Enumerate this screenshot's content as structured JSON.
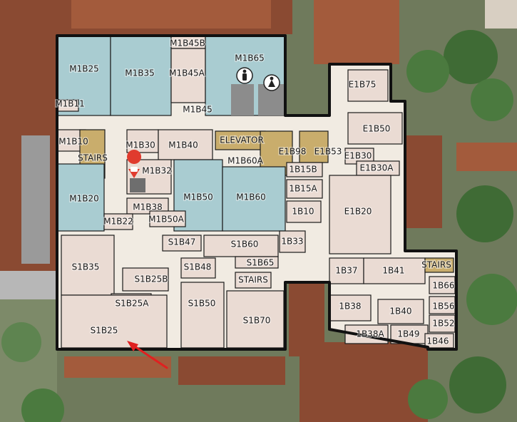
{
  "map": {
    "colors": {
      "background": "#6f7a5c",
      "tree": "#3f6b35",
      "roof": "#8a4a32",
      "roof_light": "#a35b3c",
      "corridor": "#f1ebe2",
      "room": "#eadbd3",
      "selected_room": "#a9ccd1",
      "service": "#c9ad6c",
      "restroom": "#8c8c8c",
      "marker": "#e03b2e",
      "arrow": "#e02020"
    },
    "rooms": {
      "m1b25": "M1B25",
      "m1b35": "M1B35",
      "m1b45b": "M1B45B",
      "m1b45a": "M1B45A",
      "m1b65": "M1B65",
      "m1b11": "M1B11",
      "m1b45": "M1B45",
      "m1b10": "M1B10",
      "m1b30": "M1B30",
      "m1b40": "M1B40",
      "elevator": "ELEVATOR",
      "e1b98": "E1B98",
      "e1b53": "E1B53",
      "stairs_m": "STAIRS",
      "m1b60a": "M1B60A",
      "m1b32": "M1B32",
      "m1b20": "M1B20",
      "m1b50": "M1B50",
      "m1b60": "M1B60",
      "m1b38": "M1B38",
      "m1b50a": "M1B50A",
      "m1b22": "M1B22",
      "e1b75": "E1B75",
      "e1b50": "E1B50",
      "e1b30": "E1B30",
      "e1b30a": "E1B30A",
      "e1b15b": "1B15B",
      "e1b15a": "1B15A",
      "e1b10": "1B10",
      "e1b20": "E1B20",
      "e1b33": "1B33",
      "s1b47": "S1B47",
      "s1b60": "S1B60",
      "s1b65": "S1B65",
      "s1b35": "S1B35",
      "s1b48": "S1B48",
      "stairs_s": "STAIRS",
      "s1b25b": "S1B25B",
      "s1b25a": "S1B25A",
      "s1b50": "S1B50",
      "s1b70": "S1B70",
      "s1b25": "S1B25",
      "e1b37": "1B37",
      "e1b41": "1B41",
      "stairs_e": "STAIRS",
      "e1b66": "1B66",
      "e1b38": "1B38",
      "e1b40": "1B40",
      "e1b56": "1B56",
      "e1b52": "1B52",
      "e1b38a": "1B38A",
      "e1b49": "1B49",
      "e1b46": "1B46"
    },
    "icons": {
      "restroom_men": "restroom-men-icon",
      "restroom_women": "restroom-women-icon",
      "location_marker": "location-marker-icon",
      "arrow": "arrow-icon"
    }
  }
}
